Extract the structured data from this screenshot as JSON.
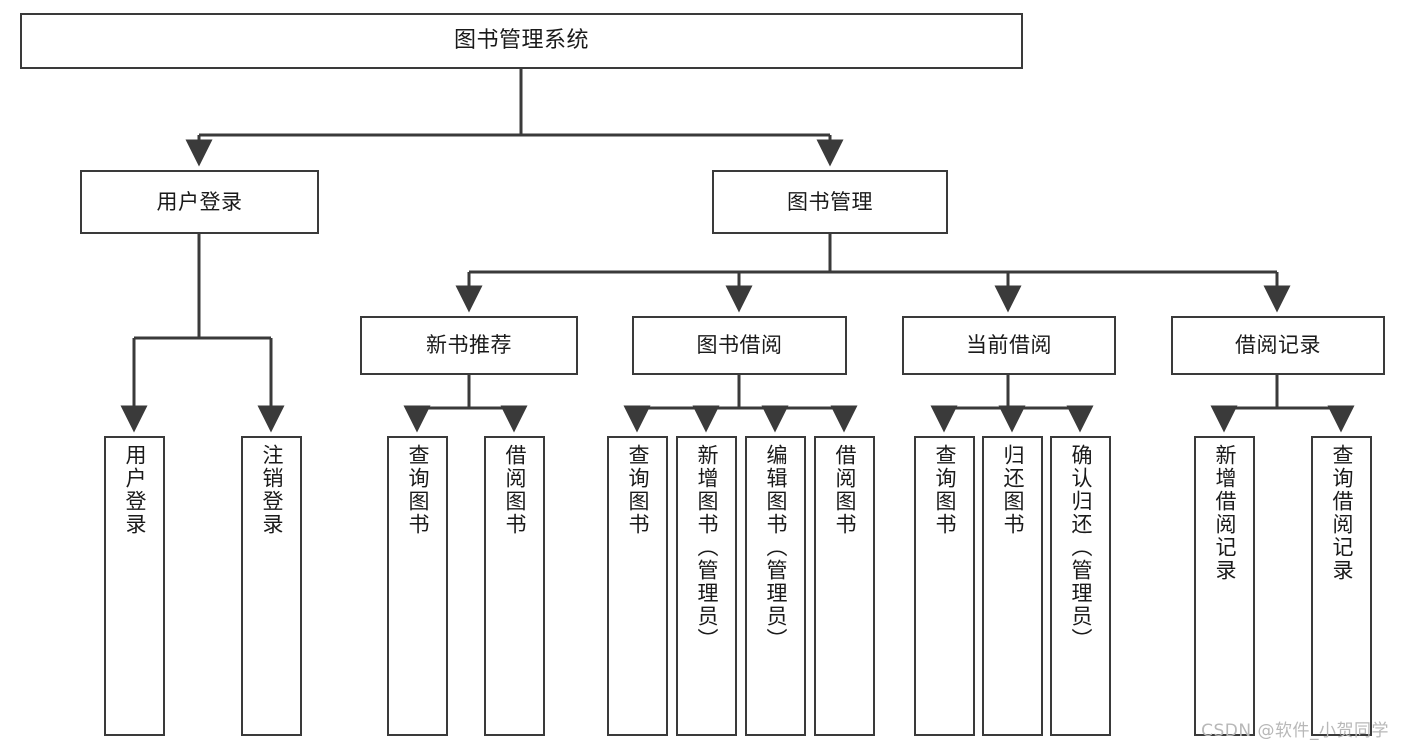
{
  "diagram": {
    "title": "图书管理系统",
    "type": "tree",
    "orientation": "top-down",
    "colors": {
      "background": "#ffffff",
      "box_border": "#3a3a3a",
      "box_fill": "#ffffff",
      "edge": "#3a3a3a",
      "text": "#1a1a1a",
      "watermark": "#b8b8b8"
    },
    "nodes": {
      "root": {
        "label": "图书管理系统",
        "level": 1
      },
      "l2": [
        {
          "id": "user-login",
          "label": "用户登录",
          "level": 2
        },
        {
          "id": "book-manage",
          "label": "图书管理",
          "level": 2
        }
      ],
      "l3": [
        {
          "id": "new-book-rec",
          "label": "新书推荐",
          "level": 3,
          "parent": "book-manage"
        },
        {
          "id": "book-borrow",
          "label": "图书借阅",
          "level": 3,
          "parent": "book-manage"
        },
        {
          "id": "current-borrow",
          "label": "当前借阅",
          "level": 3,
          "parent": "book-manage"
        },
        {
          "id": "borrow-record",
          "label": "借阅记录",
          "level": 3,
          "parent": "book-manage"
        }
      ],
      "leaves": [
        {
          "id": "leaf-user-login",
          "label": "用户登录",
          "parent": "user-login"
        },
        {
          "id": "leaf-logout-login",
          "label": "注销登录",
          "parent": "user-login"
        },
        {
          "id": "leaf-query-book-1",
          "label": "查询图书",
          "parent": "new-book-rec"
        },
        {
          "id": "leaf-borrow-book-1",
          "label": "借阅图书",
          "parent": "new-book-rec"
        },
        {
          "id": "leaf-query-book-2",
          "label": "查询图书",
          "parent": "book-borrow"
        },
        {
          "id": "leaf-add-book",
          "label": "新增图书（管理员）",
          "parent": "book-borrow"
        },
        {
          "id": "leaf-edit-book",
          "label": "编辑图书（管理员）",
          "parent": "book-borrow"
        },
        {
          "id": "leaf-borrow-book-2",
          "label": "借阅图书",
          "parent": "book-borrow"
        },
        {
          "id": "leaf-query-book-3",
          "label": "查询图书",
          "parent": "current-borrow"
        },
        {
          "id": "leaf-return-book",
          "label": "归还图书",
          "parent": "current-borrow"
        },
        {
          "id": "leaf-confirm-return",
          "label": "确认归还（管理员）",
          "parent": "current-borrow"
        },
        {
          "id": "leaf-add-record",
          "label": "新增借阅记录",
          "parent": "borrow-record"
        },
        {
          "id": "leaf-query-record",
          "label": "查询借阅记录",
          "parent": "borrow-record"
        }
      ]
    },
    "watermark": "CSDN @软件_小贺同学"
  }
}
